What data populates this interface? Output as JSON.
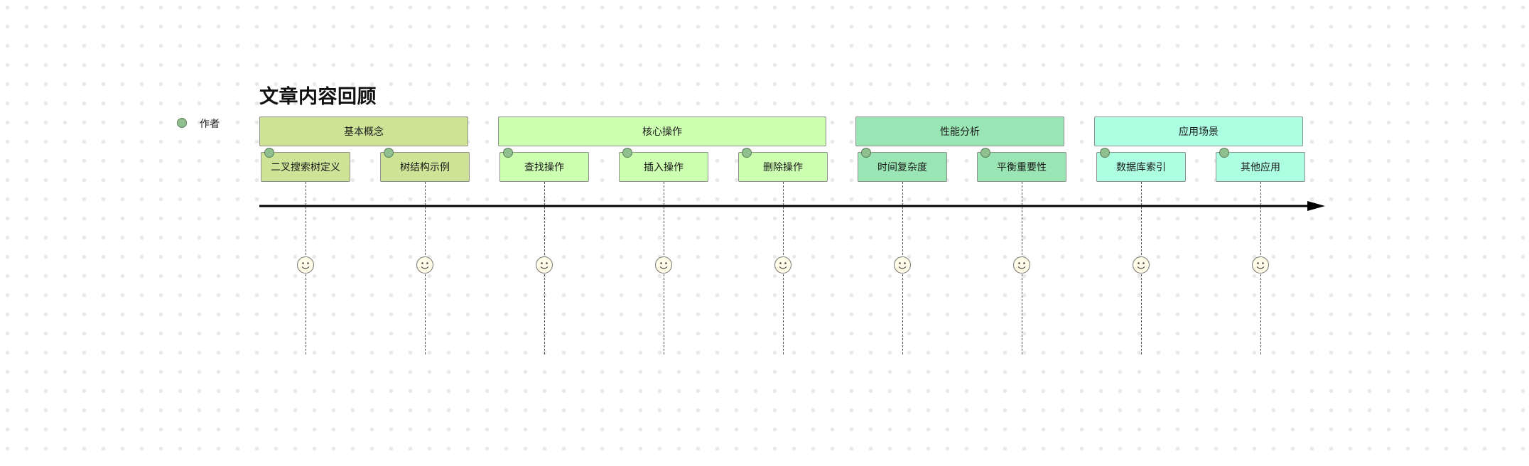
{
  "diagram": {
    "title": "文章内容回顾",
    "legend": {
      "label": "作者",
      "marker_color": "#8fbf8f"
    },
    "groups": [
      {
        "label": "基本概念",
        "color": "#cfe397"
      },
      {
        "label": "核心操作",
        "color": "#ccffb0"
      },
      {
        "label": "性能分析",
        "color": "#99e5b4"
      },
      {
        "label": "应用场景",
        "color": "#adffe2"
      }
    ],
    "items": [
      {
        "label": "二叉搜索树定义",
        "group": 0
      },
      {
        "label": "树结构示例",
        "group": 0
      },
      {
        "label": "查找操作",
        "group": 1
      },
      {
        "label": "插入操作",
        "group": 1
      },
      {
        "label": "删除操作",
        "group": 1
      },
      {
        "label": "时间复杂度",
        "group": 2
      },
      {
        "label": "平衡重要性",
        "group": 2
      },
      {
        "label": "数据库索引",
        "group": 3
      },
      {
        "label": "其他应用",
        "group": 3
      }
    ],
    "marker_icon": "smiley-icon",
    "author_marker_icon": "author-dot-icon",
    "axis_color": "#000000"
  }
}
